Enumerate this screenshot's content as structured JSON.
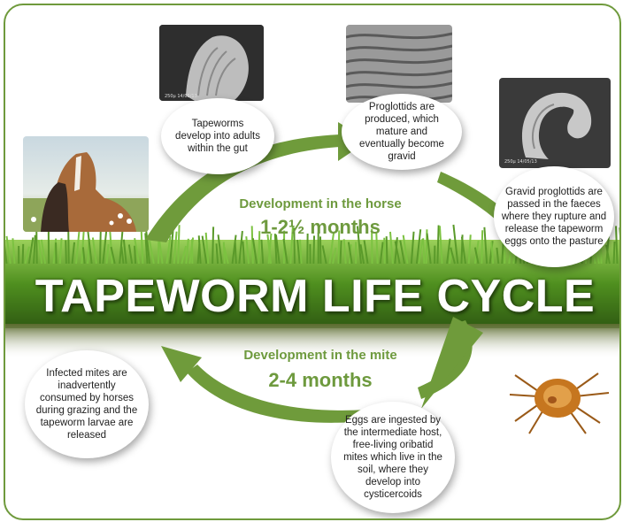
{
  "title": "TAPEWORM LIFE CYCLE",
  "horse_stage": {
    "heading": "Development in the horse",
    "duration": "1-2½ months"
  },
  "mite_stage": {
    "heading": "Development in the mite",
    "duration": "2-4 months"
  },
  "steps": {
    "adults": "Tapeworms develop into adults within the gut",
    "proglottids": "Proglottids are produced, which mature and eventually become gravid",
    "gravid": "Gravid proglottids are passed in the faeces where they rupture and release the tapeworm eggs onto the pasture",
    "eggs": "Eggs are ingested by the intermediate host, free-living oribatid mites which live in the soil, where they develop into cysticercoids",
    "mites": "Infected mites are inadvertently consumed by horses during grazing and the tapeworm larvae are released"
  },
  "micrograph_captions": {
    "scolex": "250µ  14/05/13",
    "segments": "",
    "proglottid": "250µ  14/05/13"
  },
  "colors": {
    "accent_green": "#6e9a3e",
    "arrow_green": "#6f9b3b",
    "frame_green": "#6f9a3c"
  }
}
